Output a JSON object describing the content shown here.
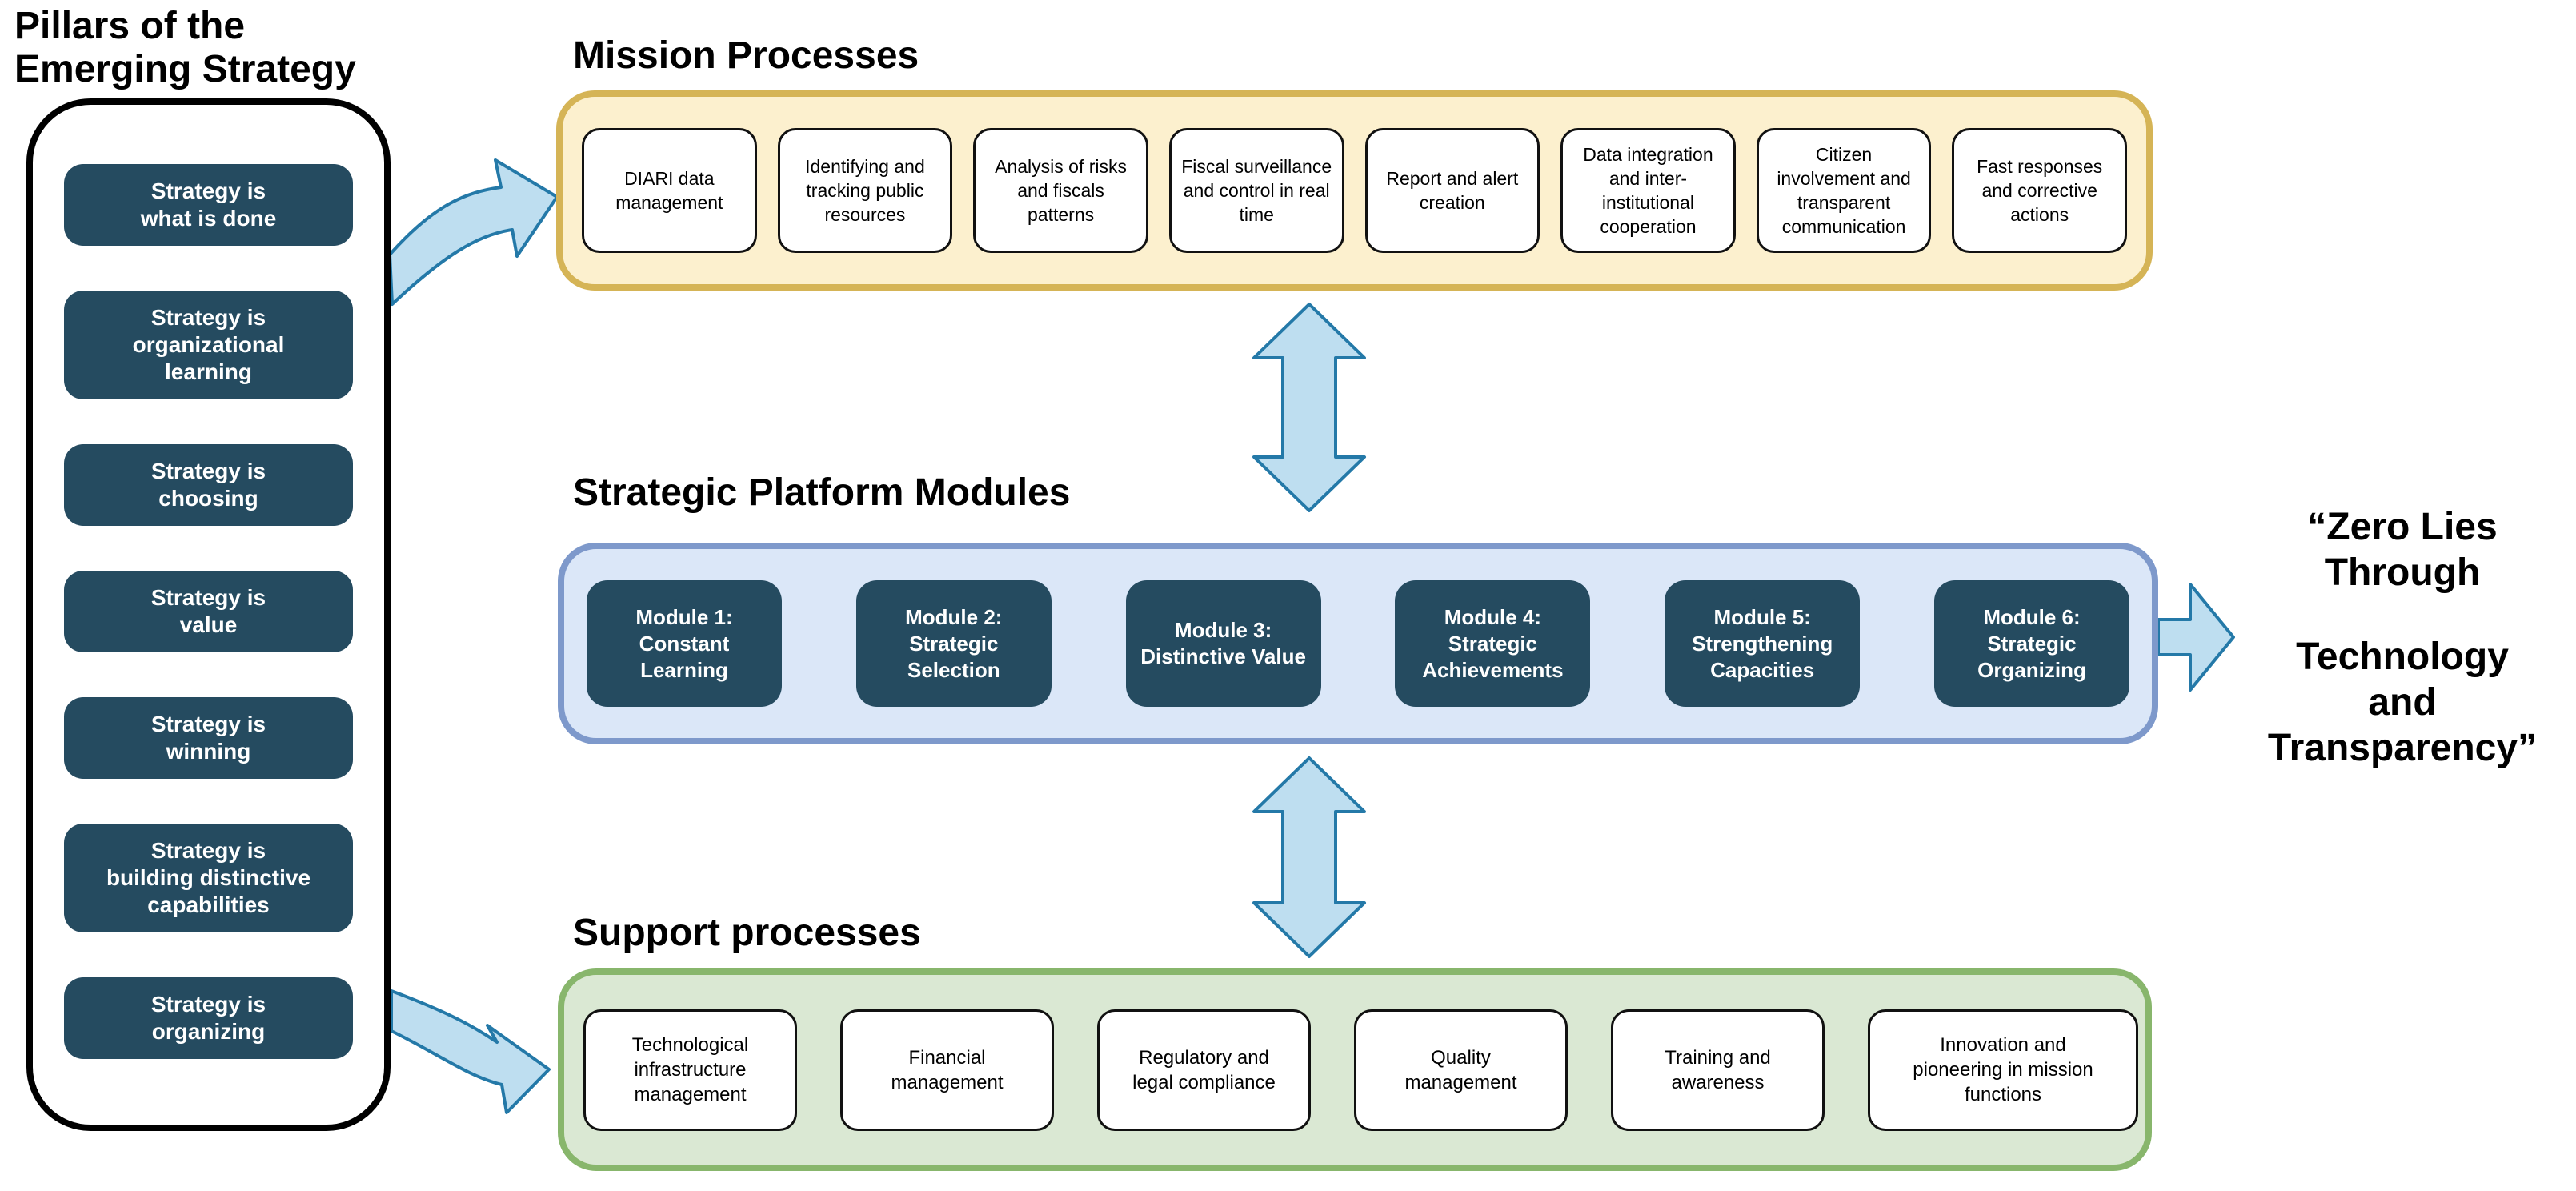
{
  "pillars": {
    "title": "Pillars of the\nEmerging Strategy",
    "items": [
      "Strategy is\nwhat is done",
      "Strategy is\norganizational\nlearning",
      "Strategy is\nchoosing",
      "Strategy is\nvalue",
      "Strategy is\nwinning",
      "Strategy is\nbuilding distinctive\ncapabilities",
      "Strategy is\norganizing"
    ]
  },
  "mission": {
    "title": "Mission Processes",
    "items": [
      "DIARI data\nmanagement",
      "Identifying and\ntracking public\nresources",
      "Analysis of risks\nand fiscals\npatterns",
      "Fiscal surveillance\nand control in real\ntime",
      "Report and alert\ncreation",
      "Data integration\nand inter-\ninstitutional\ncooperation",
      "Citizen\ninvolvement and\ntransparent\ncommunication",
      "Fast responses\nand corrective\nactions"
    ]
  },
  "modules": {
    "title": "Strategic Platform Modules",
    "items": [
      {
        "label": "Module 1:",
        "name": "Constant\nLearning"
      },
      {
        "label": "Module 2:",
        "name": "Strategic\nSelection"
      },
      {
        "label": "Module 3:",
        "name": "Distinctive Value"
      },
      {
        "label": "Module 4:",
        "name": "Strategic\nAchievements"
      },
      {
        "label": "Module 5:",
        "name": "Strengthening\nCapacities"
      },
      {
        "label": "Module 6:",
        "name": "Strategic\nOrganizing"
      }
    ]
  },
  "support": {
    "title": "Support processes",
    "items": [
      "Technological\ninfrastructure\nmanagement",
      "Financial\nmanagement",
      "Regulatory and\nlegal compliance",
      "Quality\nmanagement",
      "Training and\nawareness",
      "Innovation and\npioneering in mission\nfunctions"
    ]
  },
  "quote": {
    "line1": "“Zero Lies Through",
    "line2": "Technology and Transparency”"
  },
  "colors": {
    "dark_box": "#254B60",
    "mission_fill": "#FCF0CE",
    "mission_border": "#D5B456",
    "modules_fill": "#DBE7F8",
    "modules_border": "#7E99CB",
    "support_fill": "#DAE8D3",
    "support_border": "#88B66C",
    "arrow_fill": "#BEDEF0",
    "arrow_stroke": "#2479A8",
    "outline": "#000000"
  }
}
